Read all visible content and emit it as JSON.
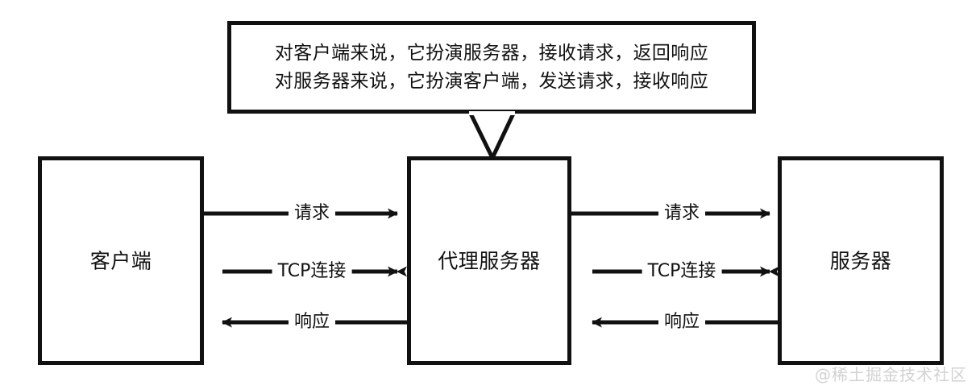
{
  "diagram": {
    "title_note": "proxy-server-request-response-flow",
    "background_color": "#ffffff",
    "stroke_color": "#111111",
    "callout": {
      "lines": [
        "对客户端来说，它扮演服务器，接收请求，返回响应",
        "对服务器来说，它扮演客户端，发送请求，接收响应"
      ]
    },
    "nodes": [
      {
        "id": "client",
        "label": "客户端"
      },
      {
        "id": "proxy",
        "label": "代理服务器"
      },
      {
        "id": "server",
        "label": "服务器"
      }
    ],
    "connections": [
      {
        "id": "left-request",
        "label": "请求",
        "from": "client",
        "to": "proxy",
        "direction": "right"
      },
      {
        "id": "left-tcp",
        "label": "TCP连接",
        "from": "client",
        "to": "proxy",
        "direction": "both"
      },
      {
        "id": "left-response",
        "label": "响应",
        "from": "proxy",
        "to": "client",
        "direction": "left"
      },
      {
        "id": "right-request",
        "label": "请求",
        "from": "proxy",
        "to": "server",
        "direction": "right"
      },
      {
        "id": "right-tcp",
        "label": "TCP连接",
        "from": "proxy",
        "to": "server",
        "direction": "both"
      },
      {
        "id": "right-response",
        "label": "响应",
        "from": "server",
        "to": "proxy",
        "direction": "left"
      }
    ],
    "watermark": "@稀土掘金技术社区"
  }
}
